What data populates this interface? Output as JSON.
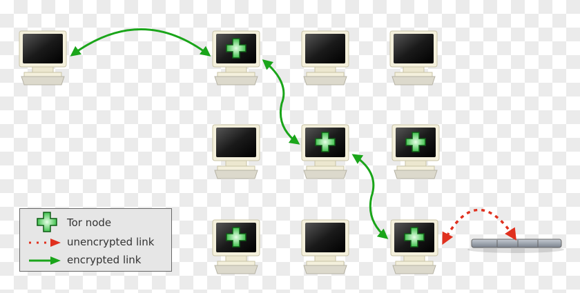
{
  "legend": {
    "items": [
      {
        "label": "Tor node",
        "icon": "green-cross-icon"
      },
      {
        "label": "unencrypted link",
        "icon": "red-dotted-arrow-icon"
      },
      {
        "label": "encrypted link",
        "icon": "green-arrow-icon"
      }
    ]
  },
  "nodes": [
    {
      "id": "client",
      "tor": false
    },
    {
      "id": "r1c1",
      "tor": true
    },
    {
      "id": "r1c2",
      "tor": false
    },
    {
      "id": "r1c3",
      "tor": false
    },
    {
      "id": "r2c1",
      "tor": false
    },
    {
      "id": "r2c2",
      "tor": true
    },
    {
      "id": "r2c3",
      "tor": true
    },
    {
      "id": "r3c1",
      "tor": true
    },
    {
      "id": "r3c2",
      "tor": false
    },
    {
      "id": "r3c3",
      "tor": true
    },
    {
      "id": "server",
      "type": "server"
    }
  ],
  "colors": {
    "encrypted": "#1aa51a",
    "unencrypted": "#e0301e",
    "tor_cross": "#5fd86a"
  }
}
